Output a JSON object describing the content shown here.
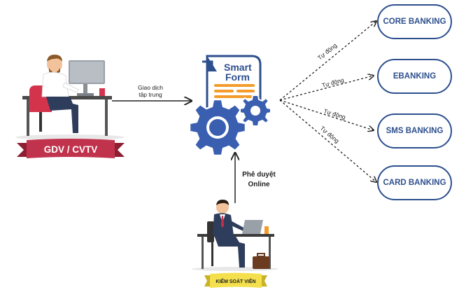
{
  "colors": {
    "navy": "#2d4f8e",
    "banner_red": "#c1334d",
    "banner_dark": "#8d1f33",
    "gear_blue": "#3a5fb0",
    "form_orange": "#f39c2a",
    "label_yellow": "#f4e04d"
  },
  "left_actor": {
    "banner": "GDV / CVTV"
  },
  "edge_center": {
    "line1": "Giao dịch",
    "line2": "tập trung"
  },
  "smart_form": {
    "line1": "Smart",
    "line2": "Form"
  },
  "approval": {
    "line1": "Phê duyệt",
    "line2": "Online"
  },
  "bottom_actor": {
    "banner": "KIỂM SOÁT VIÊN"
  },
  "auto_label": "Tự động",
  "targets": [
    {
      "label": "CORE BANKING"
    },
    {
      "label": "EBANKING"
    },
    {
      "label": "SMS BANKING"
    },
    {
      "label": "CARD BANKING"
    }
  ]
}
